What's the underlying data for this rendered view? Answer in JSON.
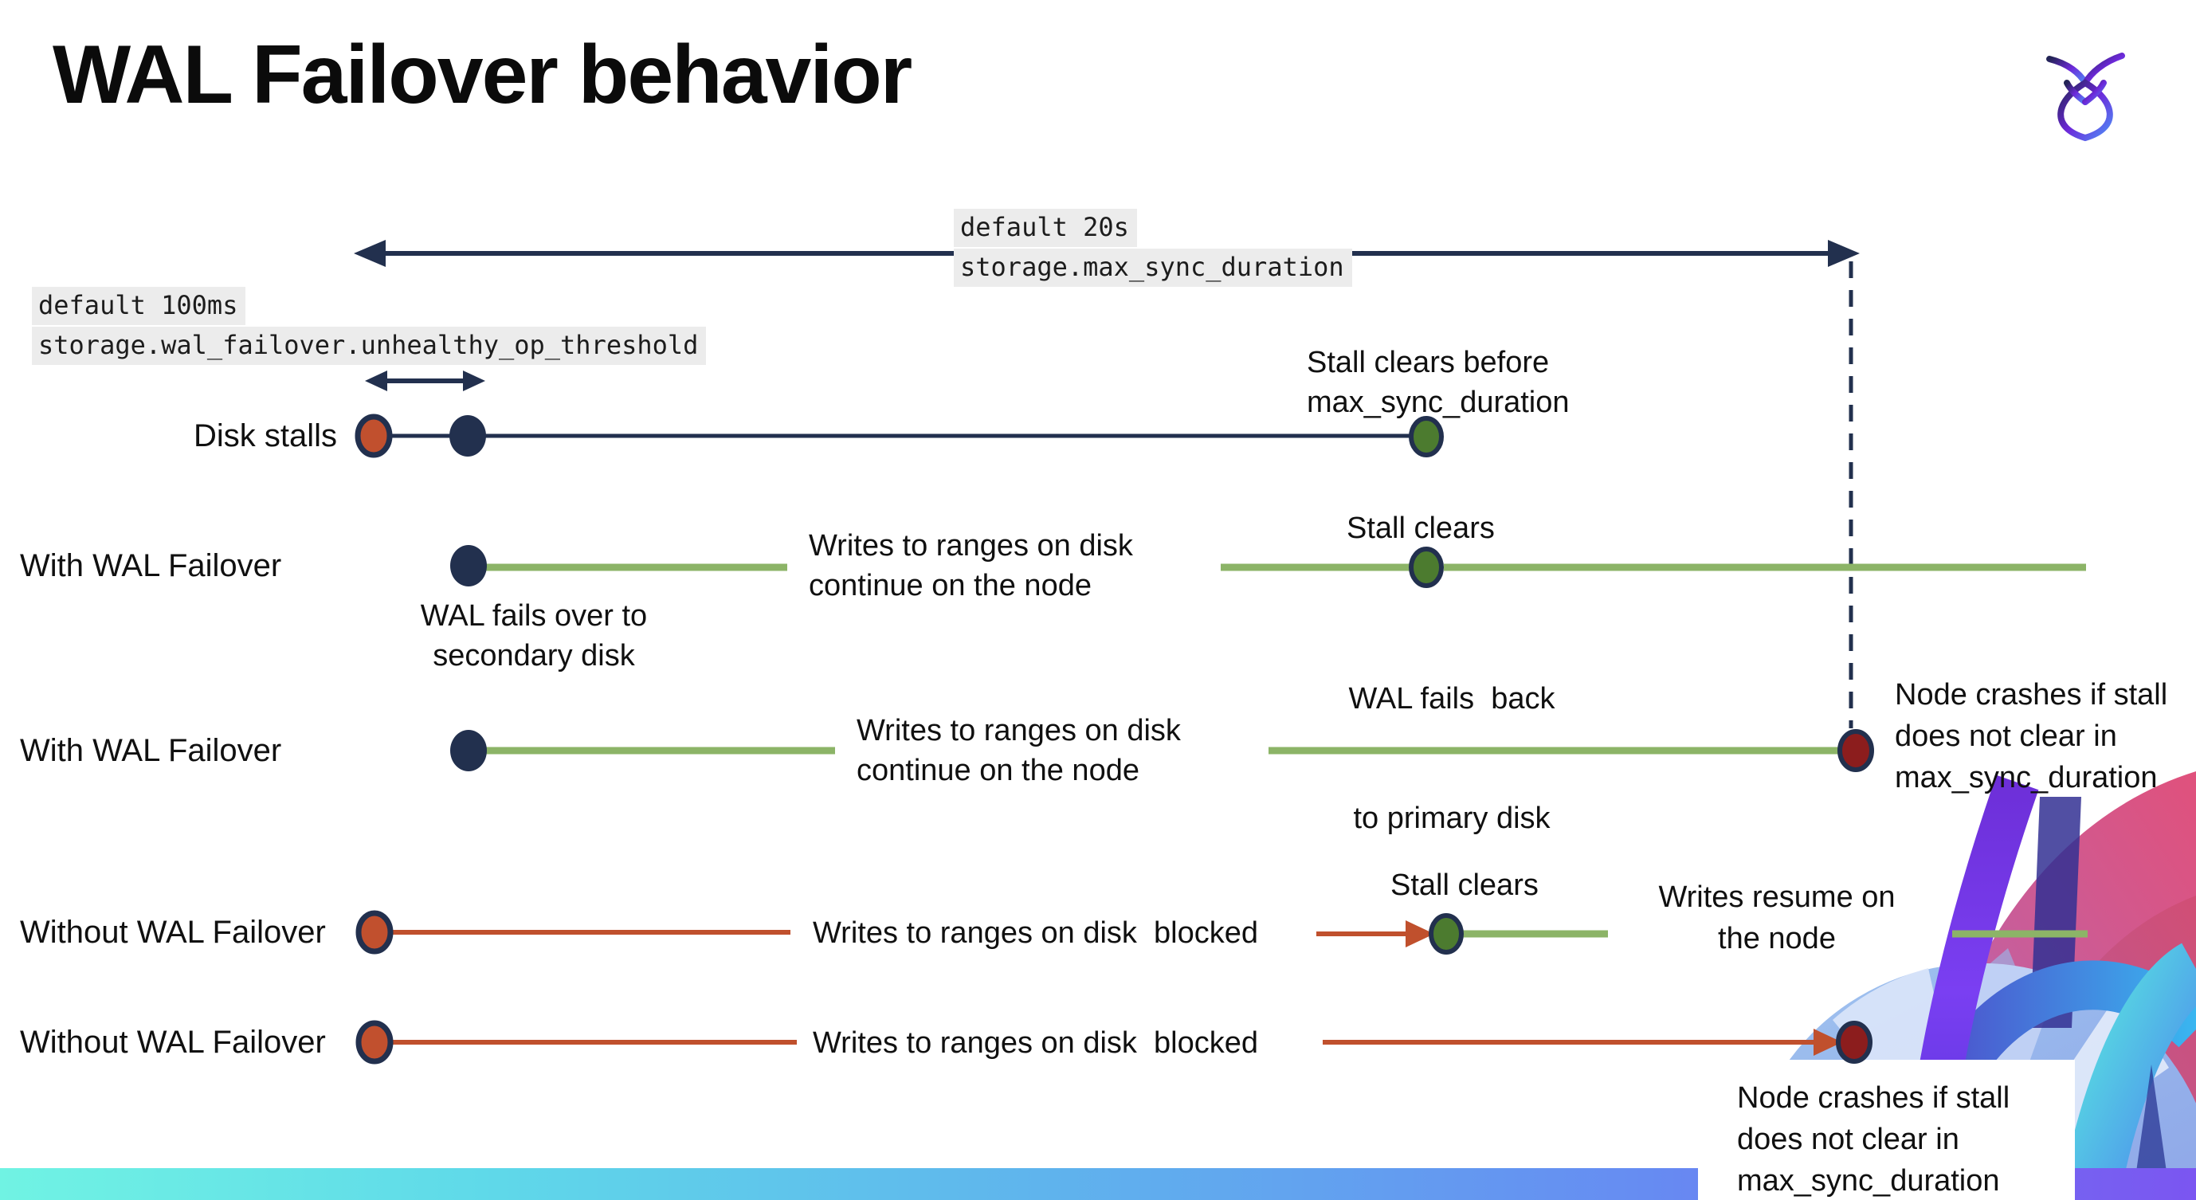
{
  "title": "WAL Failover behavior",
  "logo": {
    "name": "cockroachdb-logo"
  },
  "settings_callouts": {
    "max_sync_duration": {
      "line1": "default 20s",
      "line2": "storage.max_sync_duration"
    },
    "unhealthy_op_threshold": {
      "line1": "default 100ms",
      "line2": "storage.wal_failover.unhealthy_op_threshold"
    }
  },
  "rows": {
    "disk_stalls": {
      "label": "Disk stalls",
      "stall_clears_line1": "Stall clears before",
      "stall_clears_line2": "max_sync_duration"
    },
    "with_wal_failover_1": {
      "label": "With WAL Failover",
      "failover_line1": "WAL fails over to",
      "failover_line2": "secondary disk",
      "writes_line1": "Writes to ranges on disk",
      "writes_line2": "continue on the node",
      "stall_clears": "Stall clears",
      "failback_line1": "WAL fails  back",
      "failback_line2": "to primary disk"
    },
    "with_wal_failover_2": {
      "label": "With WAL Failover",
      "writes_line1": "Writes to ranges on disk",
      "writes_line2": "continue on the node",
      "crash_line1": "Node crashes if stall",
      "crash_line2": "does not clear in",
      "crash_line3": "max_sync_duration"
    },
    "without_wal_failover_1": {
      "label": "Without WAL Failover",
      "blocked": "Writes to ranges on disk  blocked",
      "stall_clears": "Stall clears",
      "resume_line1": "Writes resume on",
      "resume_line2": "the node"
    },
    "without_wal_failover_2": {
      "label": "Without WAL Failover",
      "blocked": "Writes to ranges on disk  blocked",
      "crash_line1": "Node crashes if stall",
      "crash_line2": "does not clear in",
      "crash_line3": "max_sync_duration"
    }
  },
  "colors": {
    "navy": "#22304e",
    "green_line": "#8cb467",
    "green_dot": "#4c7b2f",
    "red_line": "#c0502d",
    "red_dot": "#c1502e",
    "maroon_dot": "#8c1d1d",
    "code_background": "#ececec",
    "footer_gradient": [
      "#70f3e3",
      "#5fb3ed",
      "#7b55f1"
    ]
  }
}
